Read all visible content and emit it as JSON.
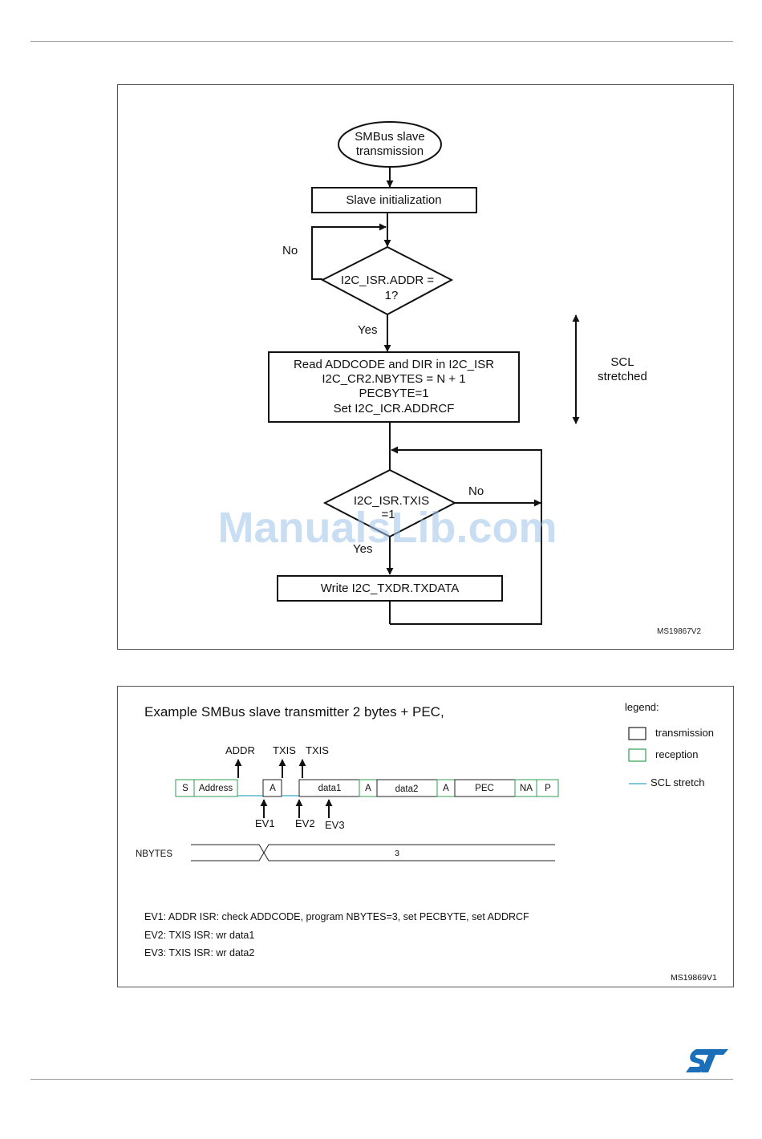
{
  "flowchart": {
    "start": [
      "SMBus slave",
      "transmission"
    ],
    "init": "Slave initialization",
    "decision1": [
      "I2C_ISR.ADDR =",
      "1?"
    ],
    "no1": "No",
    "yes1": "Yes",
    "process": [
      "Read ADDCODE and DIR in I2C_ISR",
      "I2C_CR2.NBYTES = N + 1",
      "PECBYTE=1",
      "Set I2C_ICR.ADDRCF"
    ],
    "stretch_label": [
      "SCL",
      "stretched"
    ],
    "decision2": [
      "I2C_ISR.TXIS",
      "=1"
    ],
    "no2": "No",
    "yes2": "Yes",
    "write": "Write I2C_TXDR.TXDATA",
    "figure_code": "MS19867V2"
  },
  "watermark": "ManualsLib.com",
  "timing": {
    "title": "Example SMBus slave transmitter 2 bytes + PEC,",
    "legend": {
      "heading": "legend:",
      "transmission": "transmission",
      "reception": "reception",
      "scl_stretch": "SCL stretch",
      "transmission_color": "#222222",
      "reception_color": "#2e9e52",
      "stretch_color": "#3aa7c9"
    },
    "frame_fields": [
      "S",
      "Address",
      "A",
      "data1",
      "A",
      "data2",
      "A",
      "PEC",
      "NA",
      "P"
    ],
    "events_top": [
      "ADDR",
      "TXIS",
      "TXIS"
    ],
    "events_bottom": [
      "EV1",
      "EV2",
      "EV3"
    ],
    "nbytes_label": "NBYTES",
    "nbytes_value": "3",
    "notes": [
      "EV1: ADDR ISR: check ADDCODE, program NBYTES=3, set PECBYTE, set ADDRCF",
      "EV2: TXIS ISR: wr data1",
      "EV3: TXIS ISR: wr data2"
    ],
    "figure_code": "MS19869V1"
  },
  "logo": "ST"
}
